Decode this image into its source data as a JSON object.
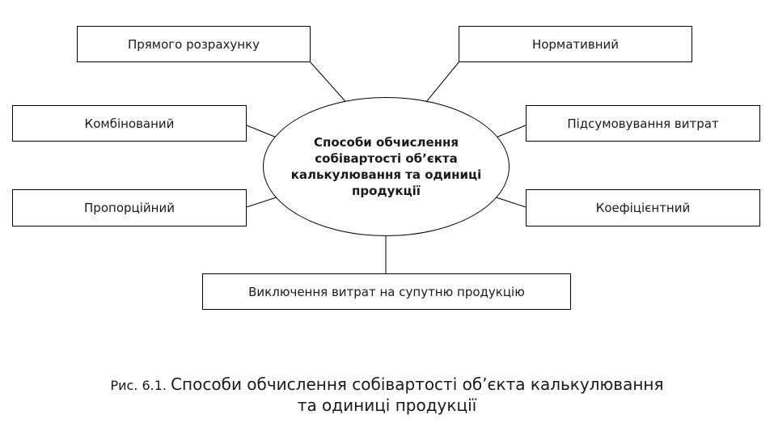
{
  "diagram": {
    "center": {
      "label": "Способи обчислення собівартості об’єкта калькулювання та одиниці продукції"
    },
    "nodes": [
      {
        "id": "direct-calculation",
        "label": "Прямого розрахунку"
      },
      {
        "id": "normative",
        "label": "Нормативний"
      },
      {
        "id": "combined",
        "label": "Комбінований"
      },
      {
        "id": "cost-summation",
        "label": "Підсумовування витрат"
      },
      {
        "id": "proportional",
        "label": "Пропорційний"
      },
      {
        "id": "coefficient",
        "label": "Коефіцієнтний"
      },
      {
        "id": "byproduct-exclusion",
        "label": "Виключення витрат на супутню продукцію"
      }
    ],
    "caption": {
      "prefix": "Рис. 6.1.",
      "line1": "Способи обчислення собівартості об’єкта калькулювання",
      "line2": "та одиниці продукції"
    },
    "colors": {
      "stroke": "#000000",
      "background": "#ffffff"
    }
  }
}
